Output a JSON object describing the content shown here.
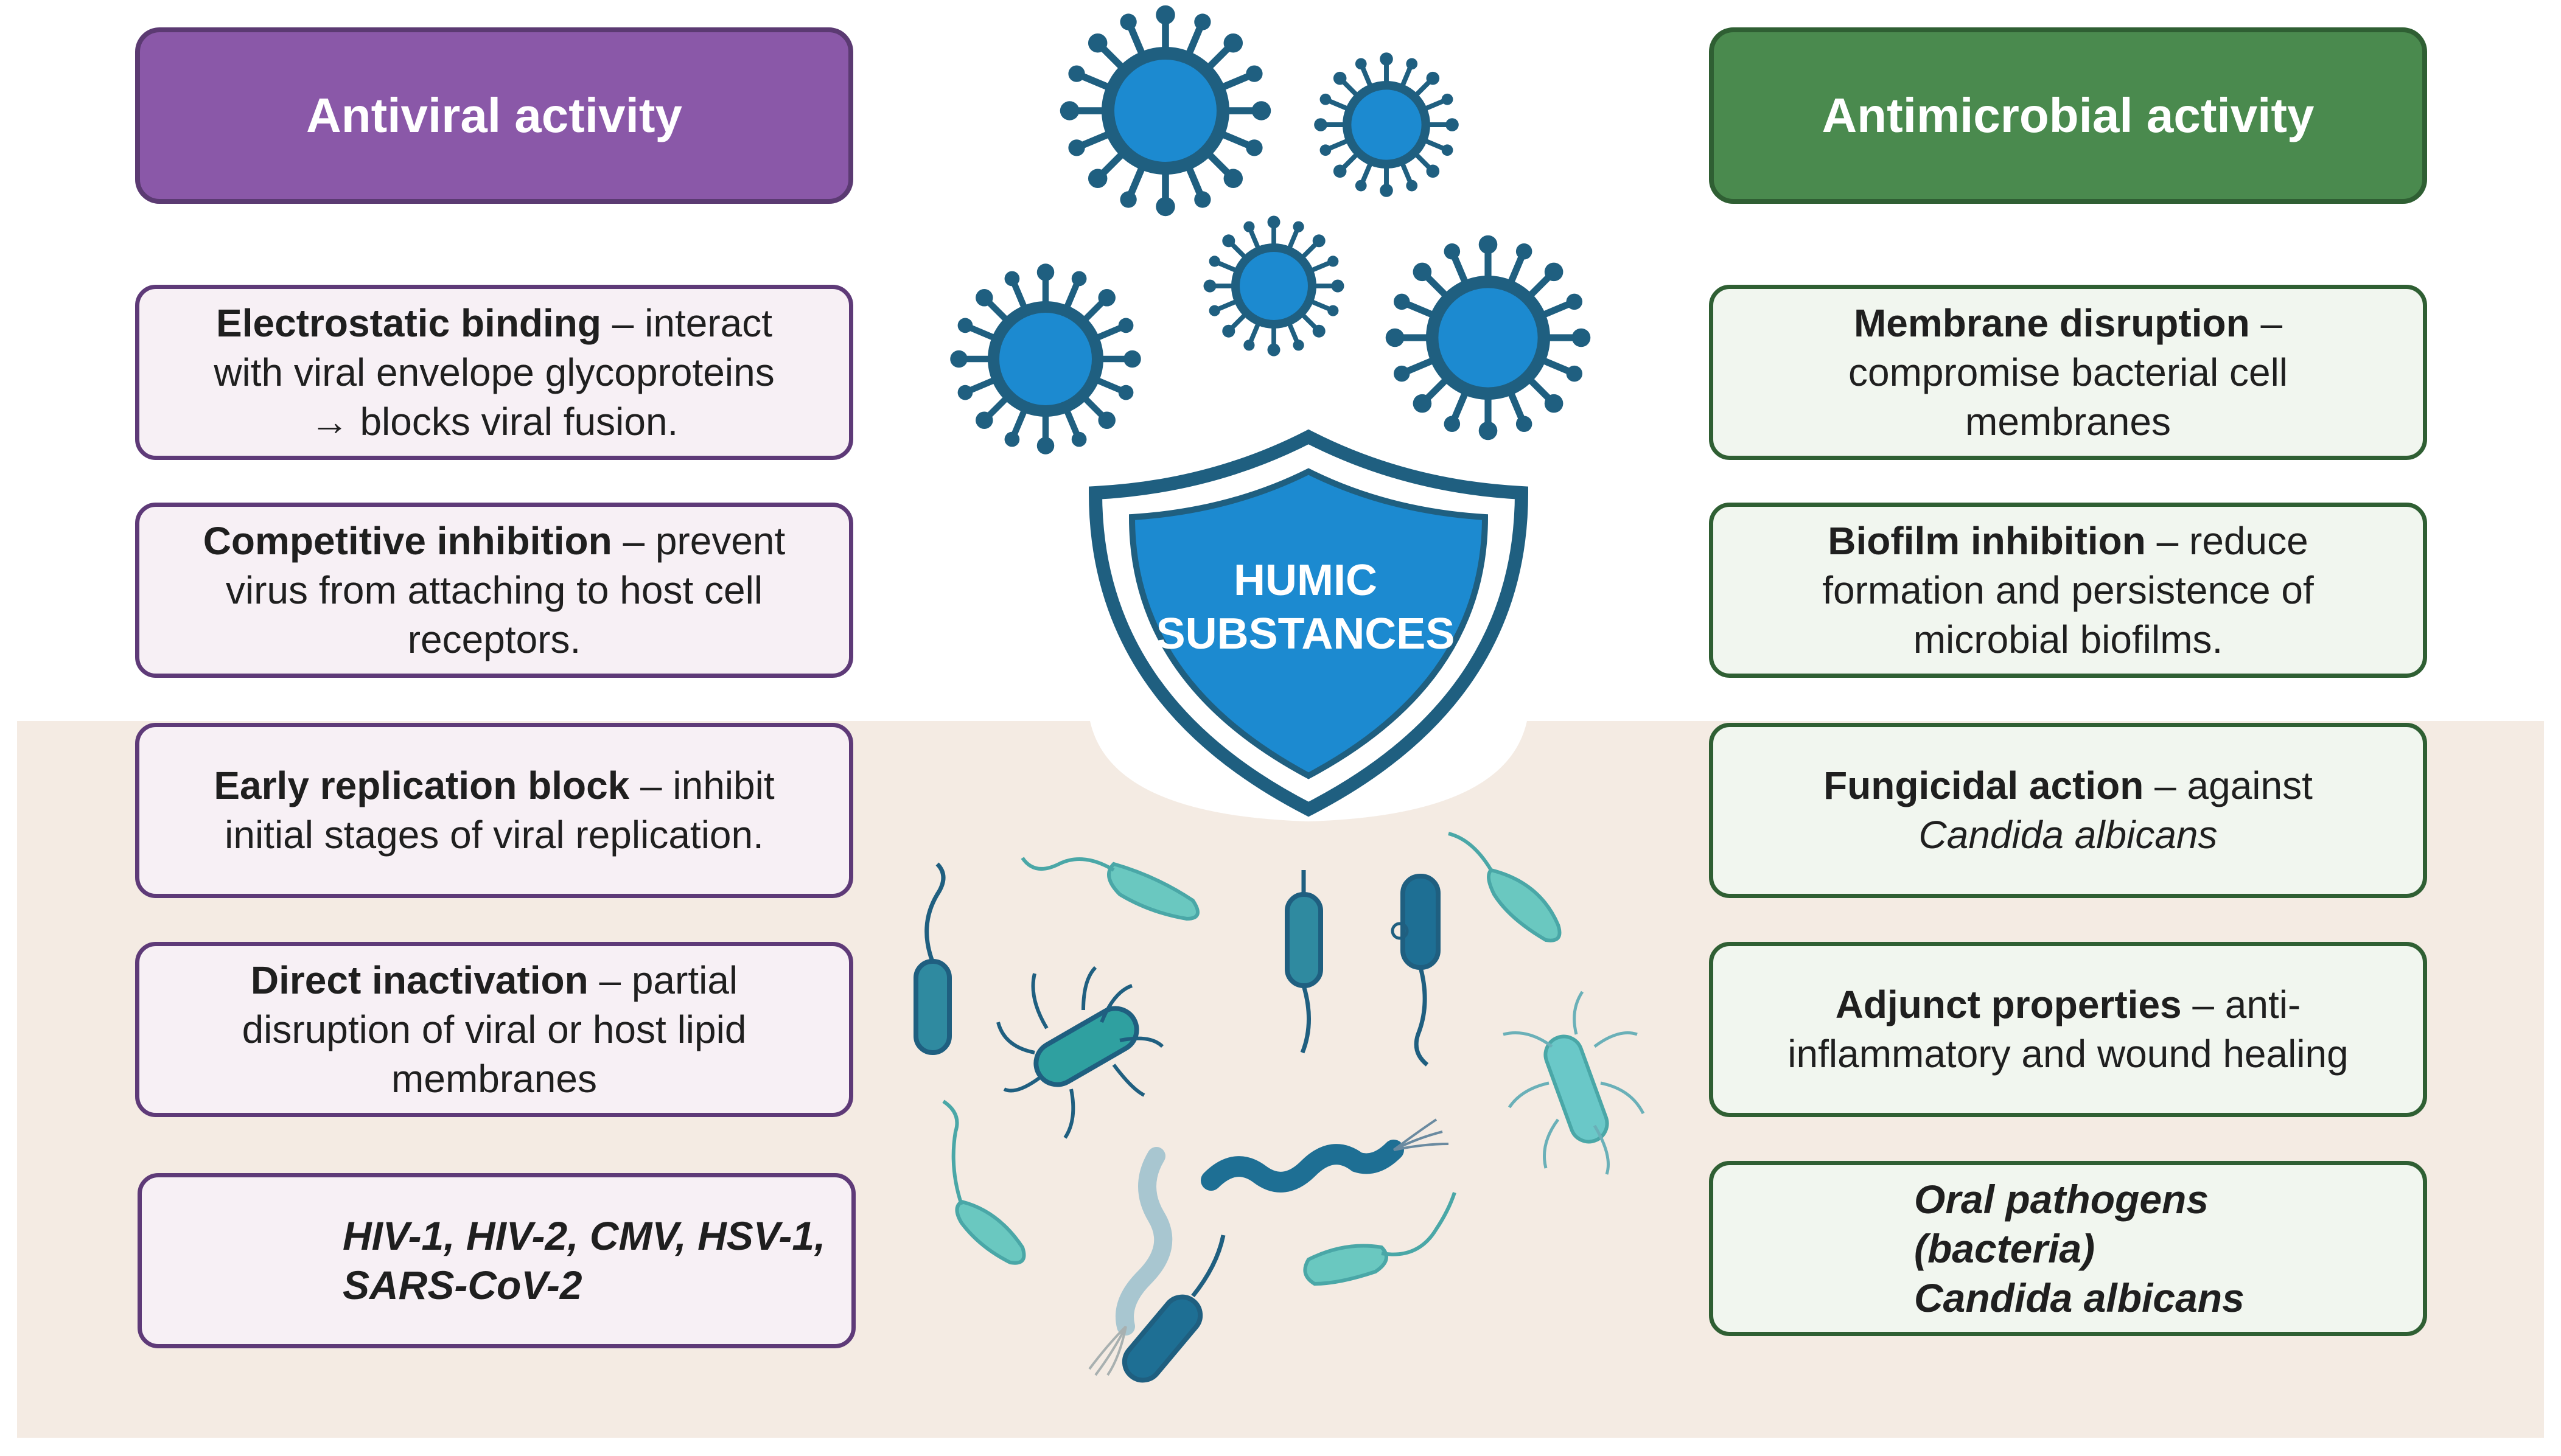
{
  "header_left": "Antiviral activity",
  "header_right": "Antimicrobial activity",
  "shield": {
    "line1": "HUMIC",
    "line2": "SUBSTANCES"
  },
  "antiviral_cards": [
    {
      "term": "Electrostatic binding",
      "sep": " – ",
      "rest1": "interact",
      "rest2": "with viral envelope glycoproteins",
      "rest3": "→ blocks viral fusion."
    },
    {
      "term": "Competitive inhibition",
      "sep": " – ",
      "rest1": "prevent",
      "rest2": "virus from attaching to host cell",
      "rest3": "receptors."
    },
    {
      "term": "Early replication block",
      "sep": " – ",
      "rest1": "inhibit",
      "rest2": "initial stages of viral replication."
    },
    {
      "term": "Direct inactivation",
      "sep": " – ",
      "rest1": "partial",
      "rest2": "disruption of viral or host lipid",
      "rest3": "membranes"
    }
  ],
  "antiviral_examples": {
    "line1": "HIV-1, HIV-2, CMV, HSV-1,",
    "line2": "SARS-CoV-2"
  },
  "antimicrobial_cards": [
    {
      "term": "Membrane disruption",
      "sep": " –",
      "rest2": "compromise bacterial cell",
      "rest3": "membranes"
    },
    {
      "term": "Biofilm inhibition",
      "sep": " – ",
      "rest1": "reduce",
      "rest2": "formation and persistence of",
      "rest3": "microbial biofilms."
    },
    {
      "term": "Fungicidal action",
      "sep": " – ",
      "rest1": "against",
      "rest2": "Candida albicans"
    },
    {
      "term": "Adjunct properties",
      "sep": " – ",
      "rest1": "anti-",
      "rest2": "inflammatory and wound healing"
    }
  ],
  "antimicrobial_examples": {
    "line1": "Oral pathogens (bacteria)",
    "line2": "Candida albicans"
  },
  "colors": {
    "antiviral_header": "#8a58a8",
    "antimicrobial_header": "#4a8a4e",
    "virus_blue": "#1c8ad0",
    "virus_dark": "#1f5f80",
    "bacteria_teal": "#4fb8b0",
    "band": "#f4ebe3"
  },
  "icons": [
    "virus-icon",
    "shield-icon",
    "bacteria-icon",
    "petri-dish-icon"
  ]
}
